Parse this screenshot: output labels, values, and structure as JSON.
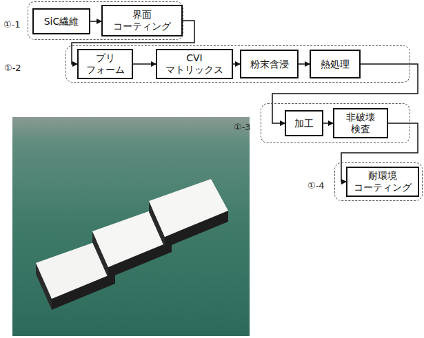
{
  "diagram": {
    "nodes": [
      {
        "text": [
          "①-1"
        ]
      },
      {
        "text": [
          "SiC繊維"
        ],
        "in": 0
      },
      {
        "text": [
          "界面 コーティング"
        ],
        "in": 0
      },
      {
        "text": [
          "①-2"
        ]
      },
      {
        "text": [
          "プリ フォーム"
        ],
        "in": 3
      },
      {
        "text": [
          "CVI マトリックス"
        ],
        "in": 3
      },
      {
        "text": [
          "粉末含浸"
        ],
        "in": 3
      },
      {
        "text": [
          "熱処理"
        ],
        "in": 3
      },
      {
        "text": [
          "①-3"
        ]
      },
      {
        "text": [
          "加工"
        ],
        "in": 8
      },
      {
        "text": [
          "非破壊 検査"
        ],
        "in": 8
      },
      {
        "text": [
          "①-4"
        ]
      },
      {
        "text": [
          "耐環境 コーティング"
        ],
        "in": 11
      }
    ],
    "edges": [
      {
        "from": 1,
        "to": 2,
        "arrow": "to"
      },
      {
        "from": 2,
        "to": 4,
        "arrow": "to"
      },
      {
        "from": 4,
        "to": 5,
        "arrow": "to"
      },
      {
        "from": 5,
        "to": 6,
        "arrow": "to"
      },
      {
        "from": 6,
        "to": 7,
        "arrow": "to"
      },
      {
        "from": 7,
        "to": 9,
        "arrow": "to"
      },
      {
        "from": 9,
        "to": 10,
        "arrow": "to"
      },
      {
        "from": 10,
        "to": 12,
        "arrow": "to"
      }
    ]
  }
}
